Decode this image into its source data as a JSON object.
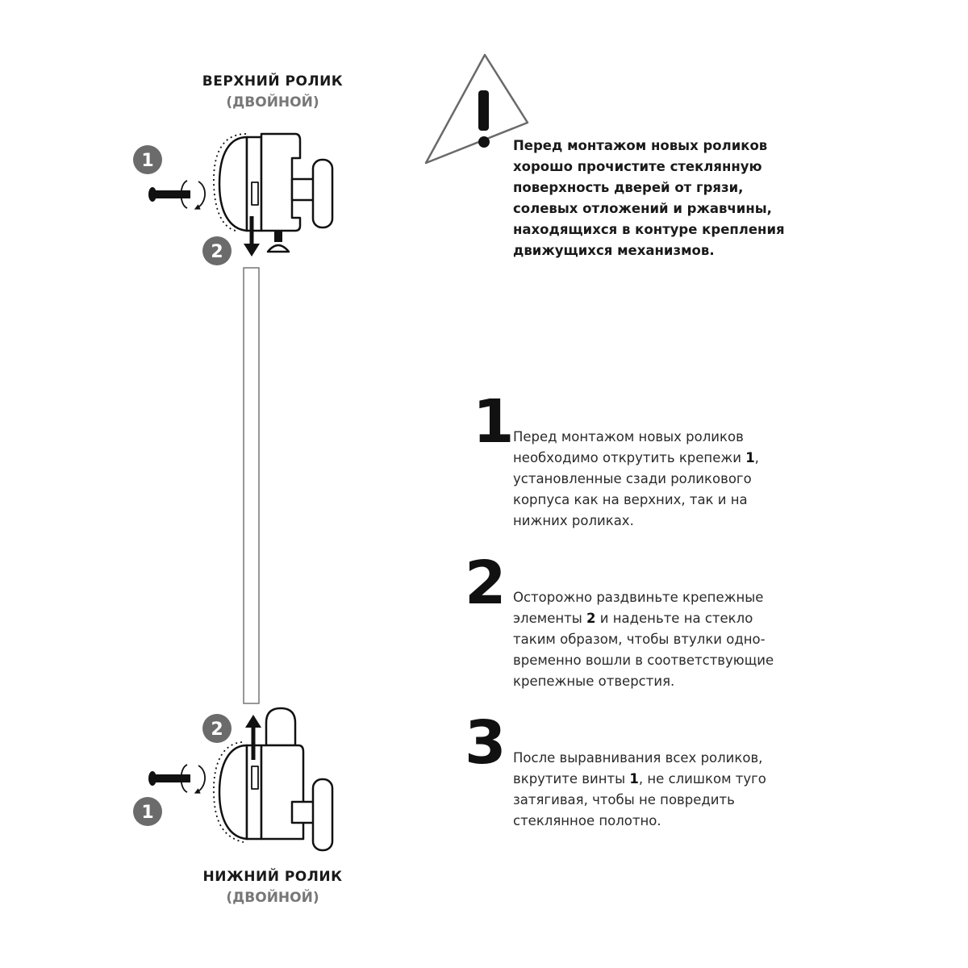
{
  "top_roller": {
    "title": "ВЕРХНИЙ РОЛИК",
    "subtitle": "(ДВОЙНОЙ)",
    "marker_1": "1",
    "marker_2": "2"
  },
  "bottom_roller": {
    "title": "НИЖНИЙ РОЛИК",
    "subtitle": "(ДВОЙНОЙ)",
    "marker_1": "1",
    "marker_2": "2"
  },
  "warning": {
    "icon": "warning-triangle-icon",
    "symbol": "!",
    "lines": [
      "Перед монтажом новых роликов",
      "хорошо прочистите стеклянную",
      "поверхность дверей от грязи,",
      "солевых отложений и ржавчины,",
      "находящихся в контуре крепления",
      "движущихся механизмов."
    ]
  },
  "steps": [
    {
      "number": "1",
      "lines": [
        [
          "Перед монтажом новых роликов"
        ],
        [
          "необходимо открутить крепежи ",
          {
            "b": "1"
          },
          ","
        ],
        [
          "установленные сзади роликового"
        ],
        [
          "корпуса как на верхних, так и на"
        ],
        [
          "нижних роликах."
        ]
      ]
    },
    {
      "number": "2",
      "lines": [
        [
          "Осторожно раздвиньте крепежные"
        ],
        [
          "элементы ",
          {
            "b": "2"
          },
          " и наденьте на стекло"
        ],
        [
          "таким образом, чтобы втулки одно-"
        ],
        [
          "временно вошли в соответствующие"
        ],
        [
          "крепежные отверстия."
        ]
      ]
    },
    {
      "number": "3",
      "lines": [
        [
          "После выравнивания всех роликов,"
        ],
        [
          "вкрутите винты ",
          {
            "b": "1"
          },
          ", не слишком туго"
        ],
        [
          "затягивая, чтобы не повредить"
        ],
        [
          "стеклянное полотно."
        ]
      ]
    }
  ],
  "colors": {
    "ink": "#1a1a1a",
    "marker_fill": "#6b6b6b",
    "subtitle": "#777777"
  }
}
